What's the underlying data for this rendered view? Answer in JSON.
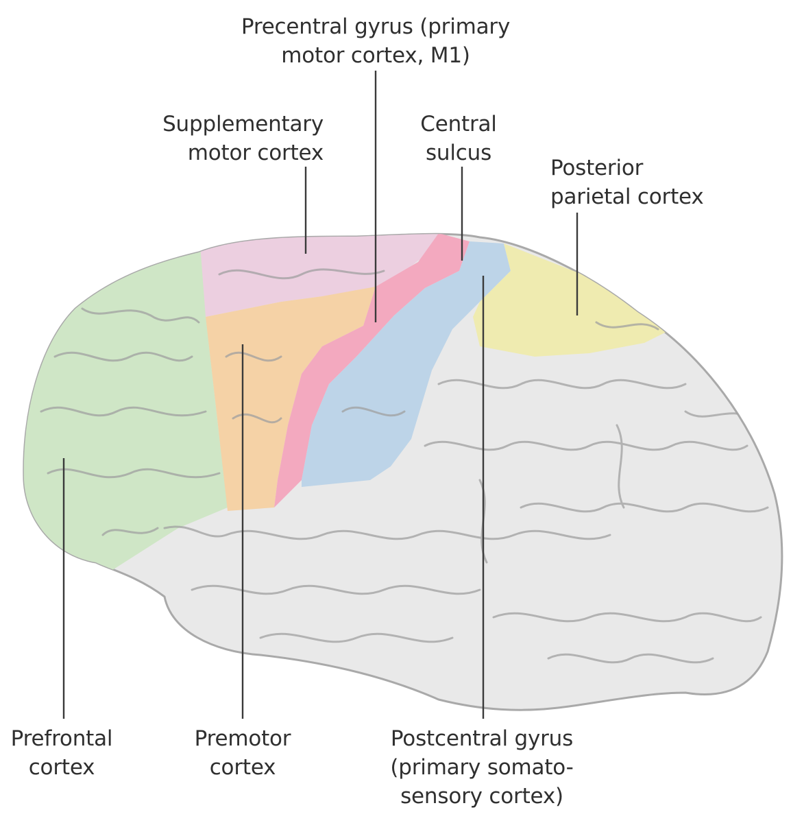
{
  "labels": {
    "precentral": [
      "Precentral gyrus (primary",
      "motor cortex, M1)"
    ],
    "supplementary": [
      "Supplementary",
      "motor cortex"
    ],
    "central_sulcus": [
      "Central",
      "sulcus"
    ],
    "posterior_parietal": [
      "Posterior",
      "parietal cortex"
    ],
    "prefrontal": [
      "Prefrontal",
      "cortex"
    ],
    "premotor": [
      "Premotor",
      "cortex"
    ],
    "postcentral": [
      "Postcentral gyrus",
      "(primary somato-",
      "sensory cortex)"
    ]
  },
  "colors": {
    "prefrontal": "#cfe6c6",
    "supplementary": "#eccfe0",
    "premotor": "#f5d2a6",
    "precentral": "#f3a9bf",
    "postcentral": "#bdd4e8",
    "posterior_parietal": "#efebb0",
    "cortex": "#e9e9e9",
    "leader_line": "#3a3a3a",
    "text": "#2f2f2f"
  }
}
